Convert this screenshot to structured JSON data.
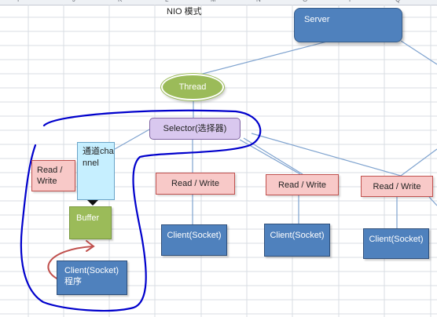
{
  "title": "NIO 模式",
  "column_letters": [
    "I",
    "J",
    "K",
    "L",
    "M",
    "N",
    "O",
    "P",
    "Q"
  ],
  "server": {
    "label": "Server"
  },
  "thread": {
    "label": "Thread"
  },
  "selector": {
    "label": "Selector(选择器)"
  },
  "left_group": {
    "read_write": "Read / Write",
    "channel": "通道channel",
    "buffer": "Buffer",
    "client_line1": "Client(Socket)",
    "client_line2": "程序"
  },
  "columns": [
    {
      "read_write": "Read / Write",
      "client": "Client(Socket)"
    },
    {
      "read_write": "Read / Write",
      "client": "Client(Socket)"
    },
    {
      "read_write": "Read / Write",
      "client": "Client(Socket)"
    }
  ],
  "colors": {
    "server": "#4f81bd",
    "thread": "#9bbb59",
    "selector": "#d9c8ef",
    "read_write": "#f8c9c8",
    "client": "#4f81bd",
    "channel": "#c6efff",
    "buffer": "#9bbb59",
    "connector": "#7fa3cf",
    "freehand_outline": "#0000cc",
    "freehand_arrow": "#c0504d"
  }
}
